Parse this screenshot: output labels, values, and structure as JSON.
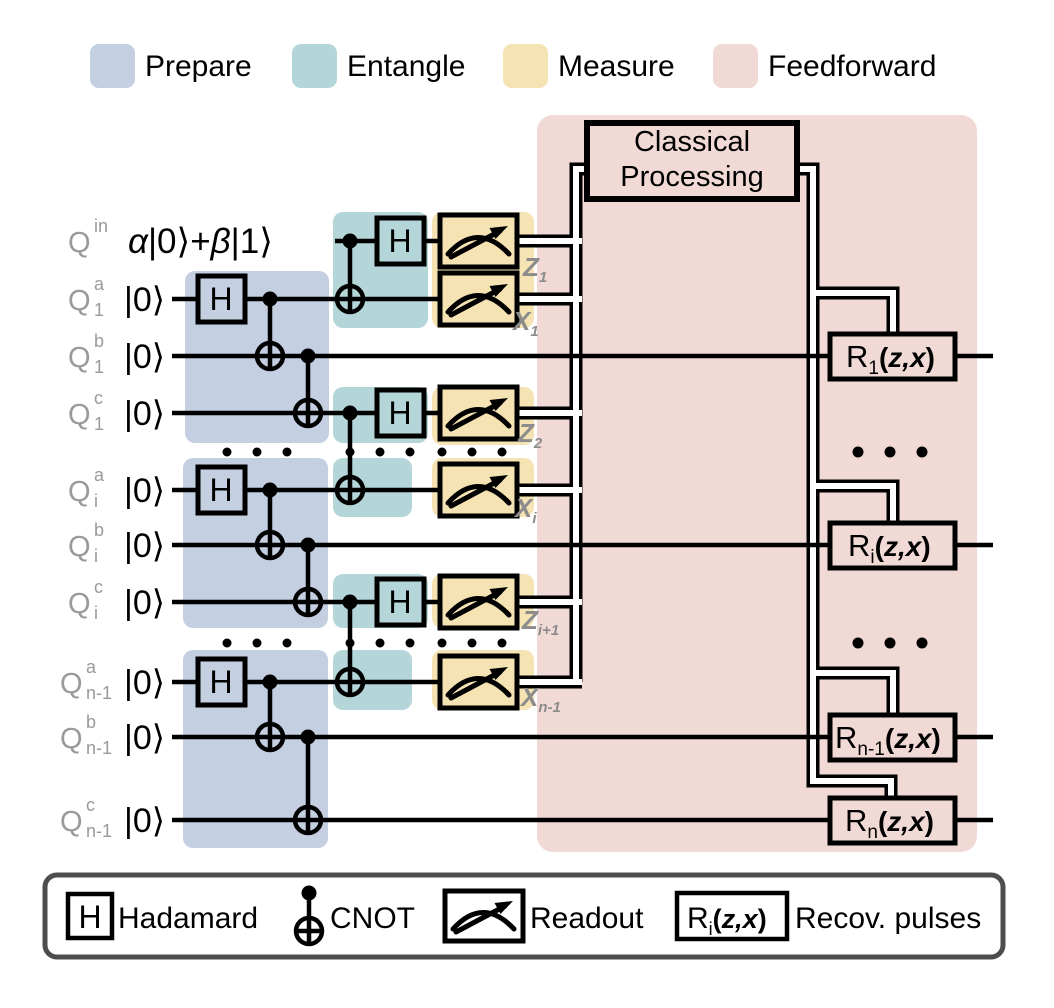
{
  "colors": {
    "prepare": "#c4cfe1",
    "entangle": "#b4d6d9",
    "measure": "#f6e3b4",
    "feedforward": "#f1dad5",
    "qubit_label": "#9a9a9a",
    "outcome_label": "#8c8c8c",
    "legend_frame": "#4d4d4d"
  },
  "legend_top": {
    "items": [
      {
        "label": "Prepare"
      },
      {
        "label": "Entangle"
      },
      {
        "label": "Measure"
      },
      {
        "label": "Feedforward"
      }
    ]
  },
  "qubit_symbol": "Q",
  "qubits": [
    {
      "sup": "in",
      "sub": ""
    },
    {
      "sup": "a",
      "sub": "1"
    },
    {
      "sup": "b",
      "sub": "1"
    },
    {
      "sup": "c",
      "sub": "1"
    },
    {
      "sup": "a",
      "sub": "i"
    },
    {
      "sup": "b",
      "sub": "i"
    },
    {
      "sup": "c",
      "sub": "i"
    },
    {
      "sup": "a",
      "sub": "n-1"
    },
    {
      "sup": "b",
      "sub": "n-1"
    },
    {
      "sup": "c",
      "sub": "n-1"
    }
  ],
  "states": {
    "zero": "|0⟩",
    "input": {
      "alpha": "α",
      "ket0": "|0⟩",
      "plus": "+",
      "beta": "β",
      "ket1": "|1⟩"
    }
  },
  "gates": {
    "hadamard": "H"
  },
  "classical_processing": {
    "line1": "Classical",
    "line2": "Processing"
  },
  "outcomes": [
    {
      "base": "Z",
      "sub": "1"
    },
    {
      "base": "X",
      "sub": "1"
    },
    {
      "base": "Z",
      "sub": "2"
    },
    {
      "base": "X",
      "sub": "i"
    },
    {
      "base": "Z",
      "sub": "i+1"
    },
    {
      "base": "X",
      "sub": "n-1"
    }
  ],
  "recovery": {
    "base": "R",
    "open": "(",
    "vars": "z,x",
    "close": ")",
    "subs": [
      "1",
      "i",
      "n-1",
      "n"
    ]
  },
  "legend_bottom": {
    "hadamard": "Hadamard",
    "cnot": "CNOT",
    "readout": "Readout",
    "recovery": "Recov. pulses",
    "r_sub": "i"
  }
}
